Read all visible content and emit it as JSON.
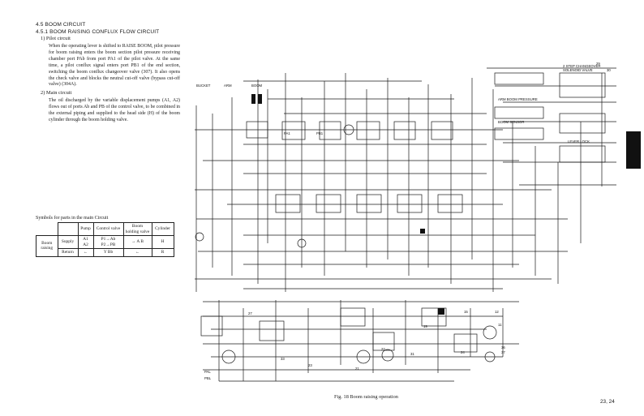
{
  "section": {
    "heading": "4.5  BOOM CIRCUIT",
    "subheading": "4.5.1  BOOM RAISING CONFLUX FLOW CIRCUIT",
    "item1_title": "1)  Pilot circuit",
    "item1_text": "When the operating lever is shifted to RAISE BOOM, pilot pressure for boom raising enters the boom section pilot pressure receiving chamber port PAb from port PA1 of the pilot valve. At the same time, a pilot conflux signal enters port PB1 of the end section, switching the boom conflux changeover valve (307). It also opens the check valve and blocks the neutral cut-off valve (bypass cut-off valve) (304A).",
    "item2_title": "2)  Main circuit",
    "item2_text": "The oil discharged by the variable displacement pumps (A1, A2) flows out of ports Ab and PB of the control valve, to be combined in the external piping and supplied to the head side (H) of the boom cylinder through the boom holding valve."
  },
  "symbol_table": {
    "title": "Symbols for parts in the main Circuit",
    "headers": [
      "Pump",
      "Control valve",
      "Boom holding valve",
      "Cylinder"
    ],
    "row_group": "Boom raising",
    "supply_label": "Supply",
    "return_label": "Return",
    "supply_pump": "A1 A2",
    "supply_control": "P1→Ab P2→PB",
    "supply_holding": "→ A",
    "supply_holding2": "B",
    "supply_cyl": "H",
    "return_pump": "←",
    "return_control": "Y  Bb",
    "return_holding": "←",
    "return_cyl": "R"
  },
  "diagram": {
    "labels": {
      "bucket": "BUCKET",
      "arm": "ARM",
      "boom": "BOOM",
      "two_step": "2 STEP CHANGEOVER SOLENOID VALVE",
      "arm_boom_pressure": "ARM BOOM PRESSURE",
      "boom_sensor": "BOOM SENSOR",
      "lever_lock": "LEVER LOCK",
      "pa1": "PA1",
      "pb1": "PB1",
      "pal": "PAL",
      "pbl": "PBL",
      "n29": "29",
      "n30": "30",
      "n19": "19",
      "n21": "21",
      "n22": "22",
      "n23": "23",
      "n24": "24",
      "n31": "31",
      "n15": "15",
      "n12": "12",
      "n37": "37",
      "n36": "36",
      "n11": "11",
      "n27": "27",
      "n33": "33"
    }
  },
  "caption": "Fig. 18   Boom raising operation",
  "page_number": "23, 24"
}
